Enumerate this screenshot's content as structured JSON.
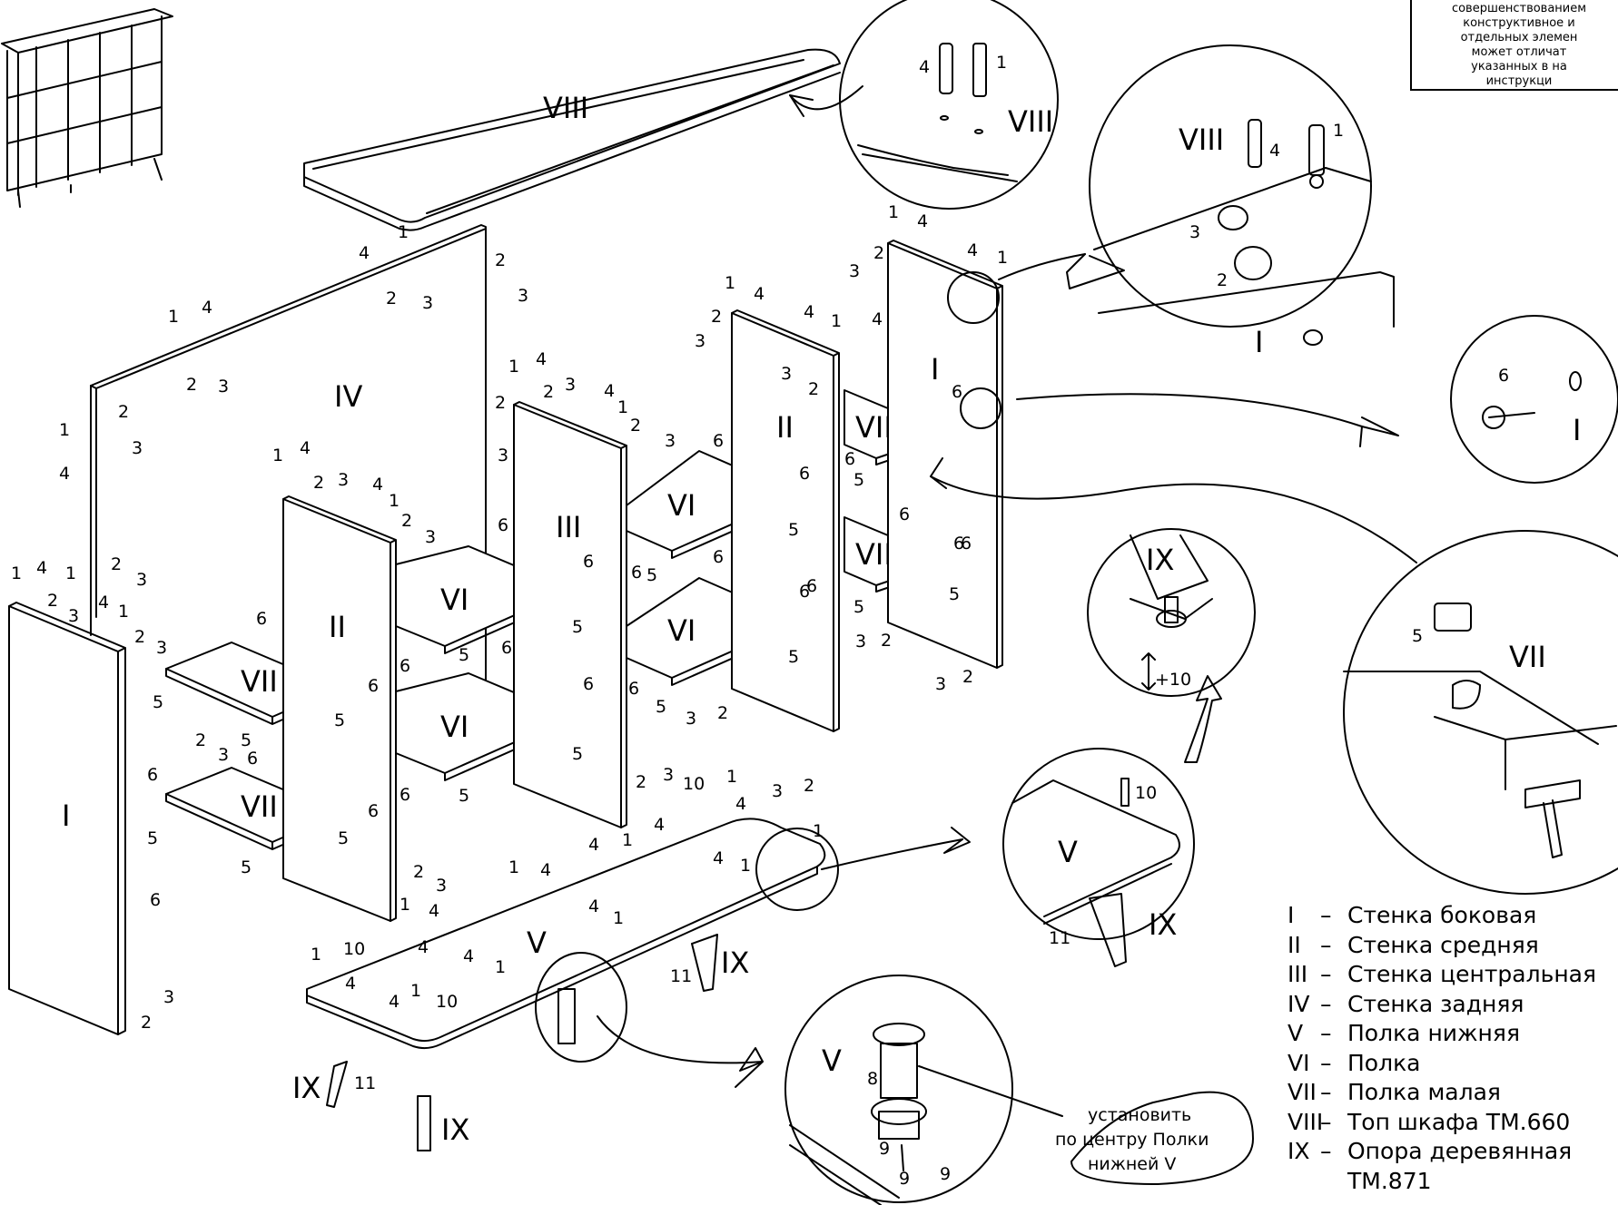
{
  "note": {
    "lines": [
      "совершенствованием",
      "конструктивное и",
      "отдельных элемен",
      "может отличат",
      "указанных в на",
      "инструкци"
    ]
  },
  "legend": [
    {
      "code": "I",
      "text": "Стенка боковая"
    },
    {
      "code": "II",
      "text": "Стенка средняя"
    },
    {
      "code": "III",
      "text": "Стенка центральная"
    },
    {
      "code": "IV",
      "text": "Стенка задняя"
    },
    {
      "code": "V",
      "text": "Полка нижняя"
    },
    {
      "code": "VI",
      "text": "Полка"
    },
    {
      "code": "VII",
      "text": "Полка малая"
    },
    {
      "code": "VIII",
      "text": "Топ шкафа ТМ.660"
    },
    {
      "code": "IX",
      "text": "Опора деревянная",
      "cont": "ТМ.871"
    }
  ],
  "parts": {
    "p1": "I",
    "p2": "II",
    "p3": "III",
    "p4": "IV",
    "p5": "V",
    "p6": "VI",
    "p7": "VII",
    "p8": "VIII",
    "p9": "IX"
  },
  "callout": {
    "line1": "установить",
    "line2": "по центру Полки",
    "line3": "нижней V"
  },
  "adjust": "+10",
  "fasteners": [
    "1",
    "2",
    "3",
    "4",
    "5",
    "6",
    "8",
    "9",
    "10",
    "11"
  ]
}
